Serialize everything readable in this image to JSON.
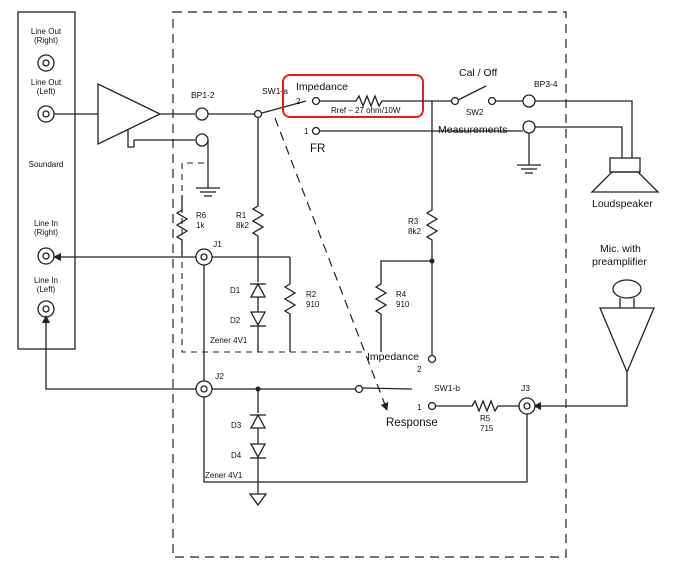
{
  "soundcard": {
    "title": "Soundard",
    "line_out_right": [
      "Line Out",
      "(Right)"
    ],
    "line_out_left": [
      "Line Out",
      "(Left)"
    ],
    "line_in_right": [
      "Line In",
      "(Right)"
    ],
    "line_in_left": [
      "Line In",
      "(Left)"
    ]
  },
  "connectors": {
    "bp1_2": "BP1-2",
    "bp3_4": "BP3-4",
    "j1": "J1",
    "j2": "J2",
    "j3": "J3"
  },
  "switches": {
    "sw1a": "SW1-a",
    "sw1b": "SW1-b",
    "sw2": "SW2",
    "pos1": "1",
    "pos2": "2",
    "impedance_top": "Impedance",
    "fr": "FR",
    "cal_off": "Cal / Off",
    "measurements": "Measurements",
    "impedance_bottom": "Impedance",
    "response": "Response"
  },
  "components": {
    "rref": "Rref – 27 ohm/10W",
    "r6": [
      "R6",
      "1k"
    ],
    "r1": [
      "R1",
      "8k2"
    ],
    "r2": [
      "R2",
      "910"
    ],
    "r3": [
      "R3",
      "8k2"
    ],
    "r4": [
      "R4",
      "910"
    ],
    "r5": [
      "R5",
      "715"
    ],
    "d1": "D1",
    "d2": "D2",
    "d3": "D3",
    "d4": "D4",
    "zener1": "Zener 4V1",
    "zener2": "Zener 4V1"
  },
  "devices": {
    "loudspeaker": "Loudspeaker",
    "mic": [
      "Mic. with",
      "preamplifier"
    ]
  },
  "colors": {
    "wire": "#222222",
    "highlight": "#e0201e",
    "background": "#ffffff"
  }
}
